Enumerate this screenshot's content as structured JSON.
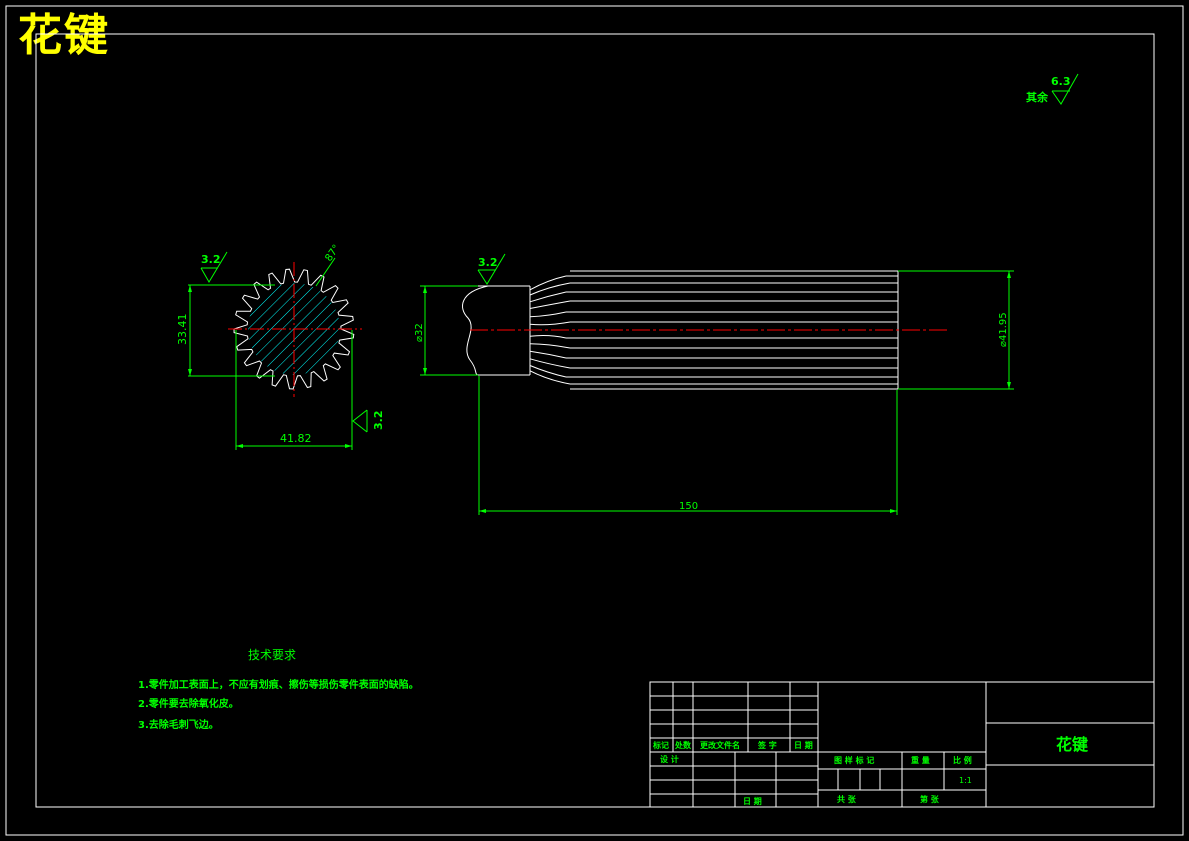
{
  "header": {
    "title": "花键"
  },
  "roughness": {
    "general_label": "其余",
    "general_value": "6.3",
    "section_value": "3.2",
    "shaft_value": "3.2",
    "tooth_value": "3.2"
  },
  "dimensions": {
    "section_height": "33.41",
    "section_width": "41.82",
    "shaft_dia": "⌀32",
    "spline_dia": "⌀41.95",
    "total_length": "150",
    "angle": "87°"
  },
  "tech_requirements": {
    "title": "技术要求",
    "items": [
      "1.零件加工表面上，不应有划痕、擦伤等损伤零件表面的缺陷。",
      "2.零件要去除氧化皮。",
      "3.去除毛刺飞边。"
    ]
  },
  "title_block": {
    "part_name": "花键",
    "scale": "1:1",
    "labels": {
      "mark": "标记",
      "count": "处数",
      "change_doc": "更改文件名",
      "signature": "签 字",
      "date": "日 期",
      "design": "设 计",
      "stage_mark": "图 样 标 记",
      "weight": "重 量",
      "scale": "比 例",
      "sheets_total": "共   张",
      "sheet_no": "第   张",
      "date2": "日 期"
    }
  },
  "colors": {
    "background": "#000000",
    "frame": "#ffffff",
    "annotation": "#00ff00",
    "centerline": "#ff0000",
    "hatch": "#00ffff",
    "title": "#ffff00"
  }
}
